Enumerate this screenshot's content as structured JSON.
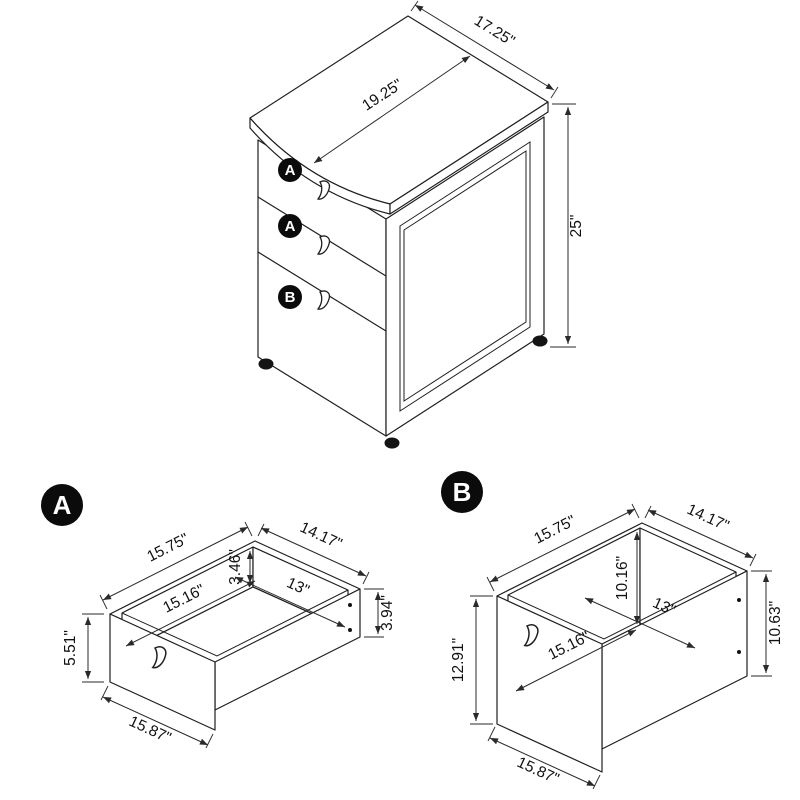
{
  "cabinet": {
    "dims": {
      "top_depth": "19.25\"",
      "top_width": "17.25\"",
      "height": "25\""
    },
    "drawers": [
      {
        "label": "A"
      },
      {
        "label": "A"
      },
      {
        "label": "B"
      }
    ]
  },
  "detail_a": {
    "label": "A",
    "dims": {
      "top_edge": "15.75\"",
      "side_top_edge": "14.17\"",
      "inner_depth": "3.46\"",
      "inner_width": "15.16\"",
      "inner_side": "13\"",
      "front_height": "5.51\"",
      "side_height": "3.94\"",
      "bottom_edge": "15.87\""
    }
  },
  "detail_b": {
    "label": "B",
    "dims": {
      "top_edge": "15.75\"",
      "side_top_edge": "14.17\"",
      "inner_depth": "10.16\"",
      "inner_width": "15.16\"",
      "inner_side": "13\"",
      "front_height": "12.91\"",
      "side_height": "10.63\"",
      "bottom_edge": "15.87\""
    }
  }
}
